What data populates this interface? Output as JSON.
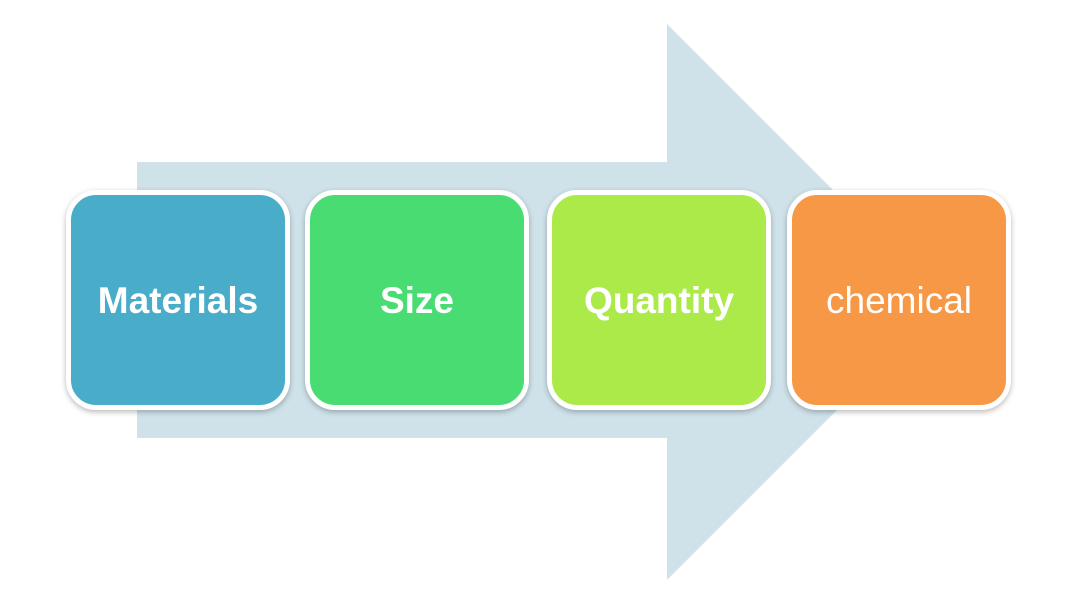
{
  "diagram": {
    "arrow": {
      "color": "#cfe2ea"
    },
    "steps": [
      {
        "label": "Materials",
        "color": "#49acc8",
        "weight": "bold"
      },
      {
        "label": "Size",
        "color": "#49dc73",
        "weight": "bold"
      },
      {
        "label": "Quantity",
        "color": "#acea4a",
        "weight": "bold"
      },
      {
        "label": "chemical",
        "color": "#f79847",
        "weight": "normal"
      }
    ]
  }
}
